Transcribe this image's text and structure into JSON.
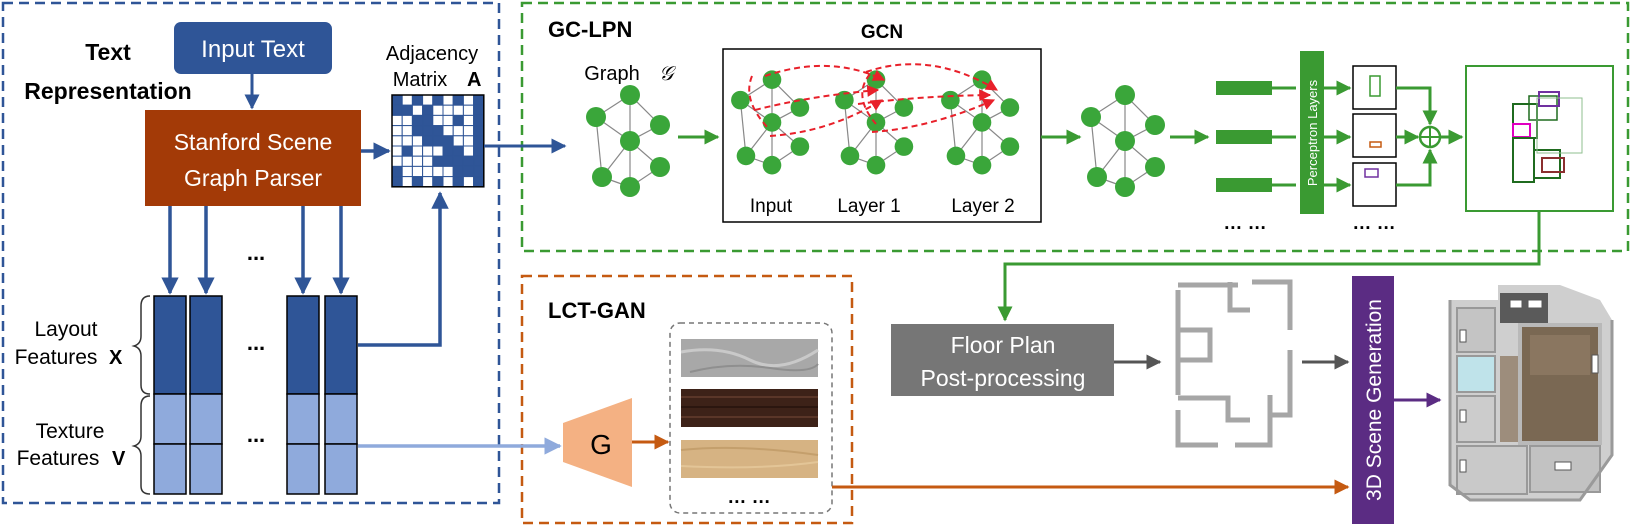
{
  "sections": {
    "text_representation": {
      "title_line1": "Text",
      "title_line2": "Representation"
    },
    "gc_lpn": {
      "title": "GC-LPN"
    },
    "lct_gan": {
      "title": "LCT-GAN"
    }
  },
  "nodes": {
    "input_text": "Input Text",
    "parser_line1": "Stanford Scene",
    "parser_line2": "Graph Parser",
    "adjacency_line1": "Adjacency",
    "adjacency_line2": "Matrix",
    "adjacency_symbol": "A",
    "layout_features_line1": "Layout",
    "layout_features_line2": "Features",
    "layout_symbol": "X",
    "texture_features_line1": "Texture",
    "texture_features_line2": "Features",
    "texture_symbol": "V",
    "ellipsis": "...",
    "graph_label": "Graph",
    "graph_symbol": "𝒢",
    "gcn_title": "GCN",
    "gcn_input": "Input",
    "gcn_layer1": "Layer 1",
    "gcn_layer2": "Layer 2",
    "perceptron": "Perceptron Layers",
    "double_ellipsis": "… …",
    "generator": "G",
    "floor_plan_line1": "Floor Plan",
    "floor_plan_line2": "Post-processing",
    "scene_generation": "3D Scene Generation"
  },
  "colors": {
    "blue_dark": "#2f5597",
    "blue_light": "#8faadc",
    "green": "#3a9a32",
    "green_node": "#3aa63a",
    "orange": "#c55a11",
    "peach": "#f4b183",
    "brown_box": "#a33a07",
    "gray_box": "#767676",
    "purple": "#5b2c83",
    "red_dash": "#e8202a"
  }
}
